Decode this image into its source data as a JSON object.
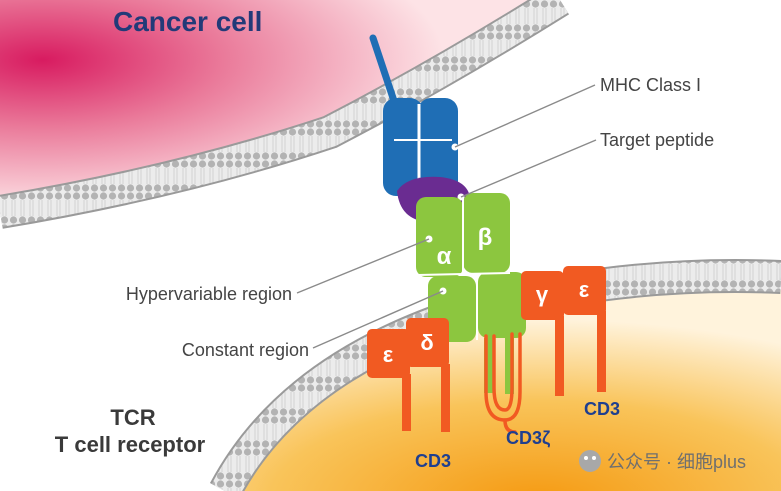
{
  "title": "Cancer cell",
  "tcr": {
    "line1": "TCR",
    "line2": "T cell receptor"
  },
  "labels": {
    "mhc": "MHC Class I",
    "peptide": "Target peptide",
    "hypervariable": "Hypervariable region",
    "constant": "Constant region",
    "cd3_left": "CD3",
    "cd3_right": "CD3",
    "cd3_zeta": "CD3ζ"
  },
  "greek": {
    "alpha": "α",
    "beta": "β",
    "epsilon_left": "ε",
    "delta": "δ",
    "gamma": "γ",
    "epsilon_right": "ε"
  },
  "watermark": "公众号 · 细胞plus",
  "colors": {
    "title": "#223a78",
    "cancer_cell": "#d81b60",
    "t_cell": "#f7a823",
    "mhc": "#1f6eb5",
    "peptide": "#6a2c91",
    "tcr_chain": "#8cc63f",
    "cd3": "#f15a22",
    "cd3_label": "#1f3f8f",
    "leader_line": "#8a8a8a",
    "label_text": "#444444"
  }
}
